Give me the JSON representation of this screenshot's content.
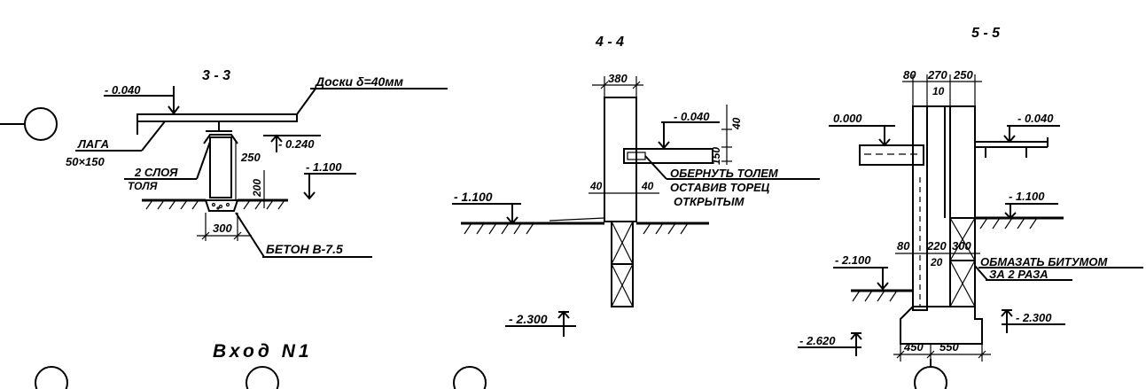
{
  "sections": {
    "s33": {
      "title": "3 - 3",
      "level_top": "- 0.040",
      "boards": "Доски δ=40мм",
      "joist_a": "ЛАГА",
      "joist_b": "50×150",
      "roll_a": "2 СЛОЯ",
      "roll_b": "ТОЛЯ",
      "level_mid": "- 0.240",
      "dim_250": "250",
      "dim_200": "200",
      "level_low": "- 1.100",
      "dim_300": "300",
      "concrete": "БЕТОН В-7.5"
    },
    "s44": {
      "title": "4 - 4",
      "dim_380": "380",
      "level_top": "- 0.040",
      "dim_150": "150",
      "dim_40": "40",
      "note_a": "ОБЕРНУТЬ ТОЛЕМ",
      "note_b": "ОСТАВИВ ТОРЕЦ",
      "note_c": "ОТКРЫТЫМ",
      "dim_40_left": "40",
      "dim_40_right": "40",
      "level_ground": "- 1.100",
      "level_bottom": "- 2.300"
    },
    "s55": {
      "title": "5 - 5",
      "dim_80": "80",
      "dim_270": "270",
      "dim_250": "250",
      "dim_10": "10",
      "level_zero": "0.000",
      "level_right": "- 0.040",
      "level_ground": "- 1.100",
      "dim_80b": "80",
      "dim_220": "220",
      "dim_300": "300",
      "dim_20": "20",
      "level_left": "- 2.100",
      "note_a": "ОБМАЗАТЬ БИТУМОМ",
      "note_b": "ЗА 2 РАЗА",
      "level_right_low": "- 2.300",
      "level_base": "- 2.620",
      "dim_450": "450",
      "dim_550": "550"
    }
  },
  "entrance_label": "Вход N1"
}
